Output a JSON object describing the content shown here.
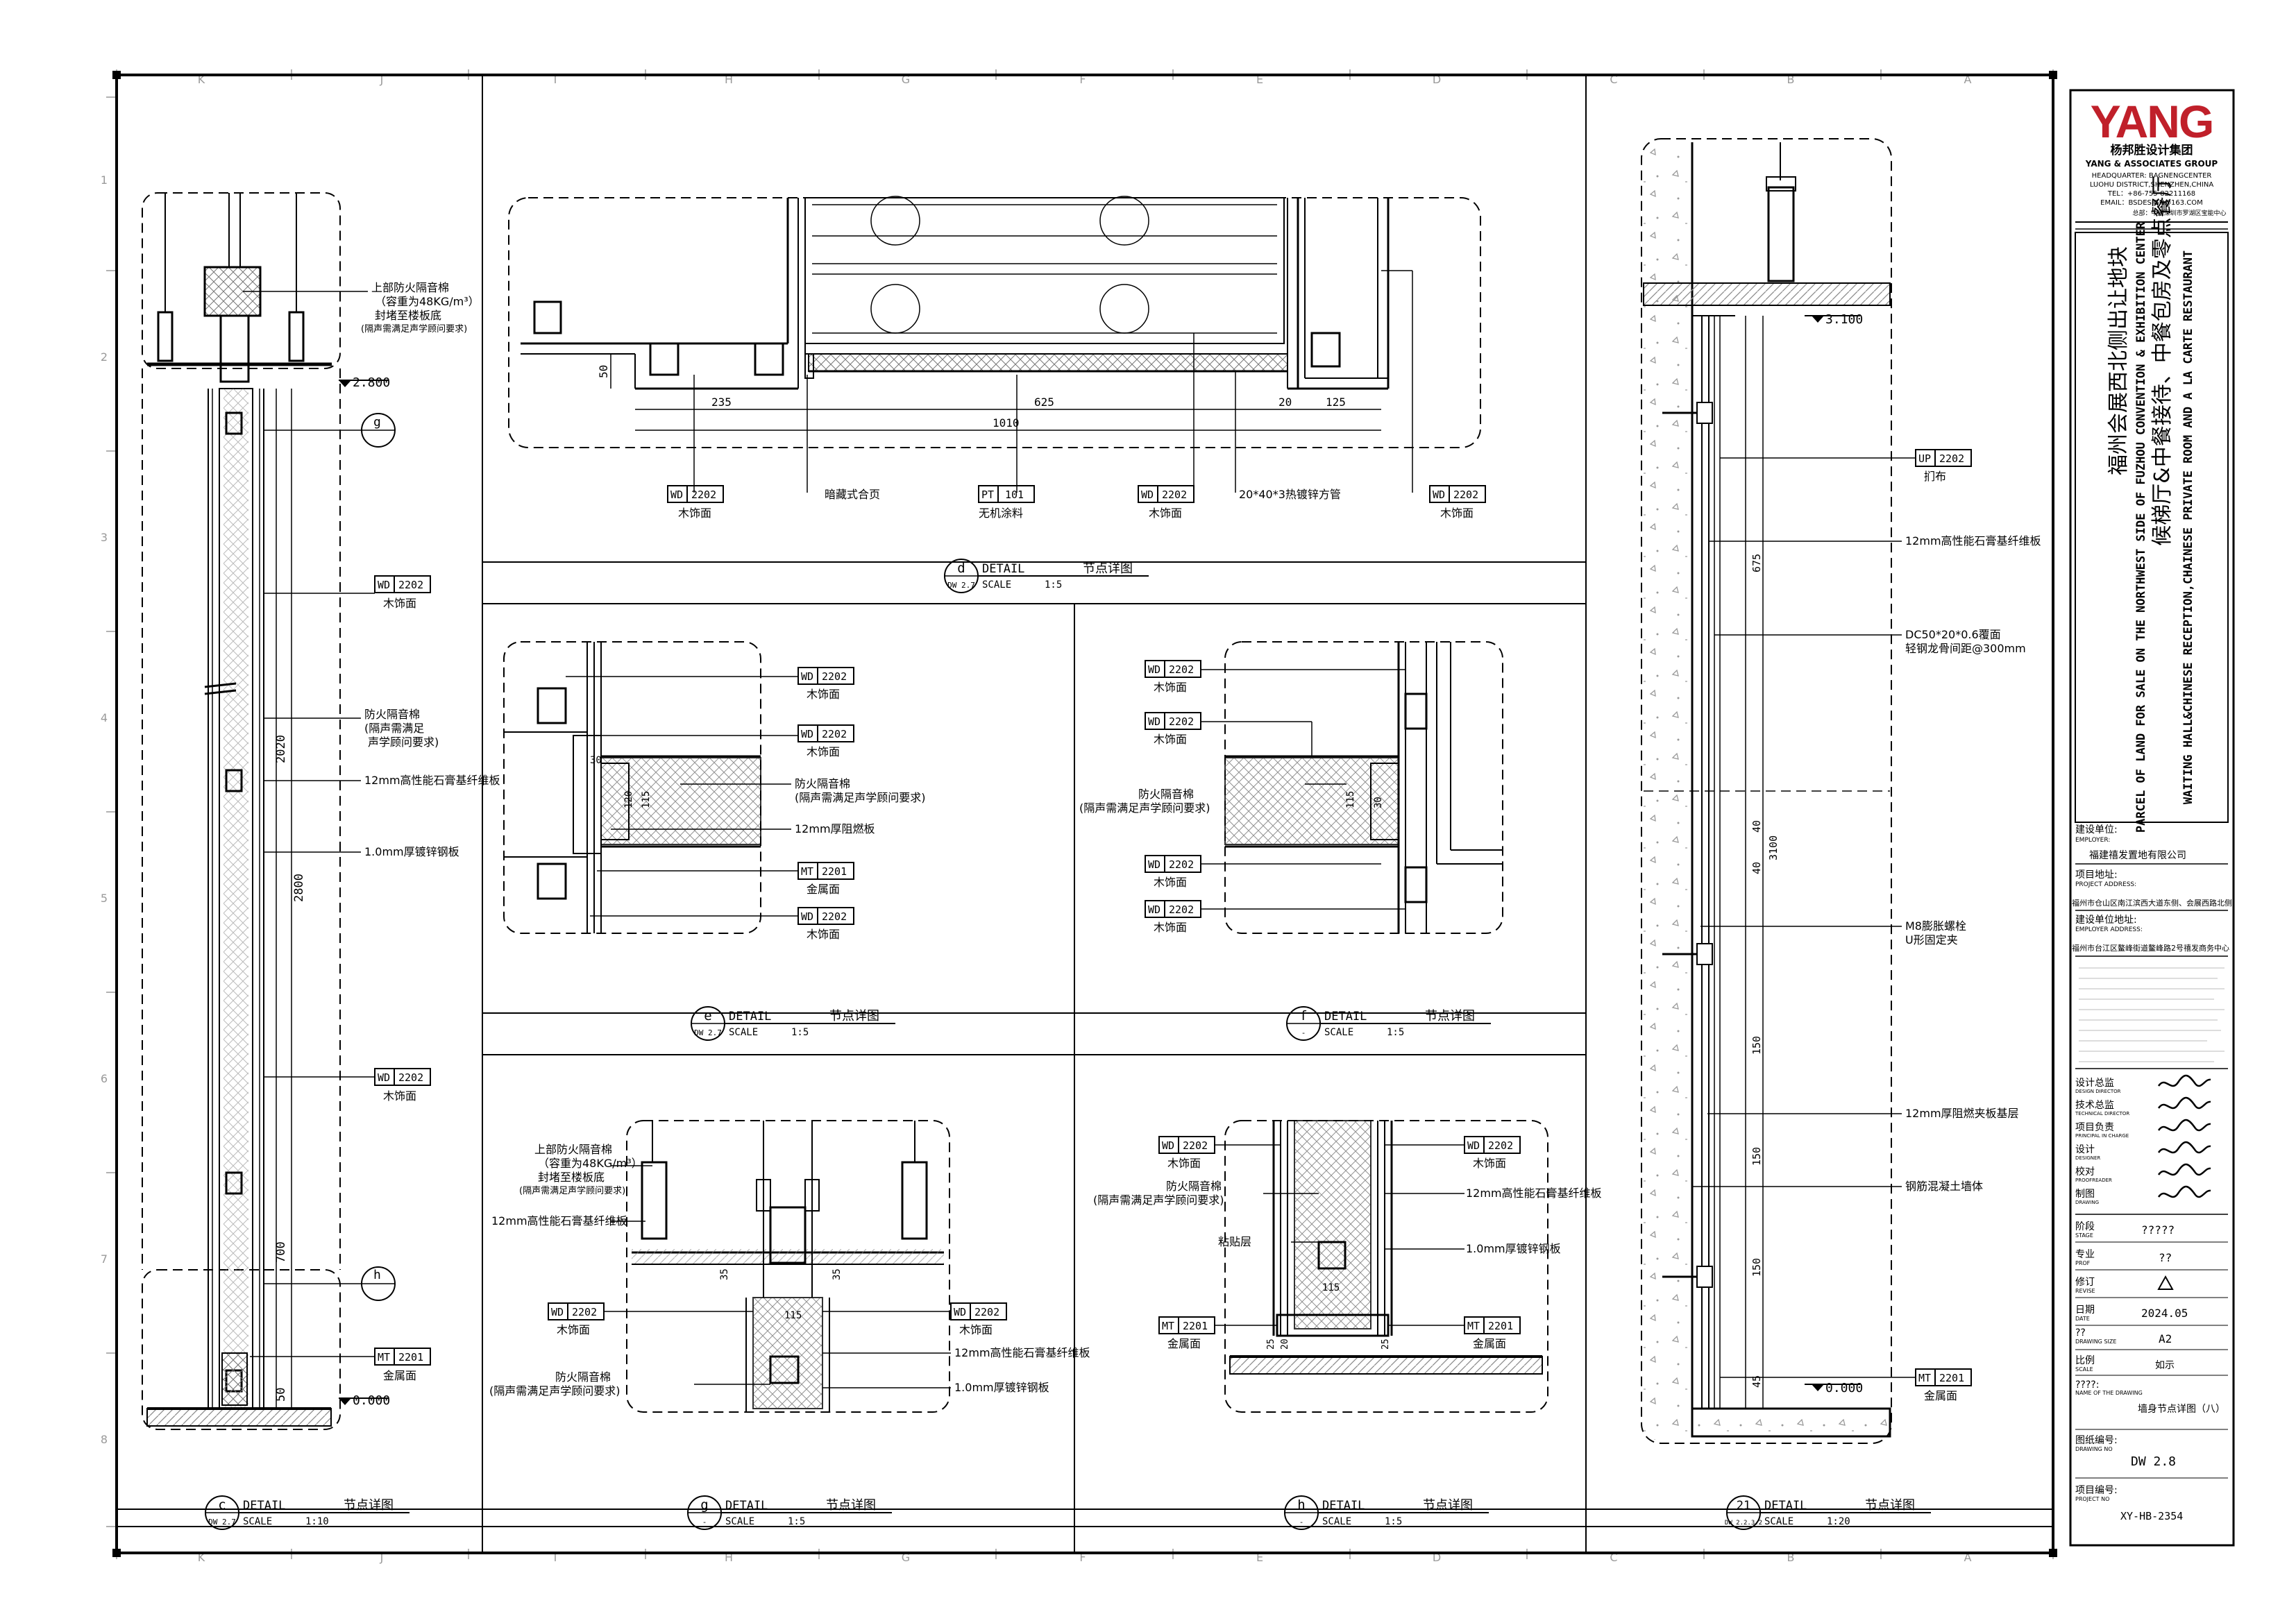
{
  "grid": {
    "cols": [
      "K",
      "J",
      "I",
      "H",
      "G",
      "F",
      "E",
      "D",
      "C",
      "B",
      "A"
    ],
    "rows": [
      "1",
      "2",
      "3",
      "4",
      "5",
      "6",
      "7",
      "8"
    ]
  },
  "materials": {
    "wd": "木饰面",
    "mt": "金属面",
    "pt": "无机涂料",
    "up": "扪布"
  },
  "notes": {
    "fire_cotton_upper": [
      "上部防火隔音棉",
      "（容重为48KG/m³）",
      "封堵至楼板底",
      "(隔声需满足声学顾问要求)"
    ],
    "fire_cotton": [
      "防火隔音棉",
      "(隔声需满足声学顾问要求)"
    ],
    "fire_cotton_3": [
      "防火隔音棉",
      "(隔声需满足",
      "声学顾问要求)"
    ],
    "gypsum_12": "12mm高性能石膏基纤维板",
    "steel_1": "1.0mm厚镀锌钢板",
    "flame_12": "12mm厚阻燃板",
    "flame_layer": "12mm厚阻燃夹板基层",
    "hinge": "暗藏式合页",
    "pipe": "20*40*3热镀锌方管",
    "glue": "粘贴层",
    "keel": [
      "DC50*20*0.6覆面",
      "轻钢龙骨间距@300mm"
    ],
    "bolt": [
      "M8膨胀螺栓",
      "U形固定夹"
    ],
    "concrete": "钢筋混凝土墙体"
  },
  "levels": {
    "top_c": "2.800",
    "base": "0.000",
    "top_21": "3.100"
  },
  "dims": {
    "c": [
      "2020",
      "2800",
      "700",
      "50"
    ],
    "d": [
      "50",
      "235",
      "625",
      "20",
      "125",
      "1010"
    ],
    "e": [
      "30",
      "120",
      "115"
    ],
    "f": [
      "115",
      "30"
    ],
    "g": [
      "115",
      "35",
      "35"
    ],
    "h": [
      "115",
      "25",
      "20",
      "25"
    ],
    "sec21": [
      "675",
      "3100",
      "40",
      "40",
      "150",
      "150",
      "150",
      "45"
    ]
  },
  "details": [
    {
      "id": "c",
      "sheet": "DW 2.7",
      "word": "DETAIL",
      "cn": "节点详图",
      "scale": "1:10"
    },
    {
      "id": "d",
      "sheet": "DW 2.7",
      "word": "DETAIL",
      "cn": "节点详图",
      "scale": "1:5"
    },
    {
      "id": "e",
      "sheet": "DW 2.7",
      "word": "DETAIL",
      "cn": "节点详图",
      "scale": "1:5"
    },
    {
      "id": "f",
      "sheet": "-",
      "word": "DETAIL",
      "cn": "节点详图",
      "scale": "1:5"
    },
    {
      "id": "g",
      "sheet": "-",
      "word": "DETAIL",
      "cn": "节点详图",
      "scale": "1:5"
    },
    {
      "id": "h",
      "sheet": "-",
      "word": "DETAIL",
      "cn": "节点详图",
      "scale": "1:5"
    },
    {
      "id": "21",
      "sheet": "DW 2.2.3.2",
      "word": "DETAIL",
      "cn": "节点详图",
      "scale": "1:20"
    }
  ],
  "title_block": {
    "logo": "YANG",
    "firm_cn": "杨邦胜设计集团",
    "firm_en": "YANG & ASSOCIATES GROUP",
    "addr": [
      "HEADQUARTER: BAGNENGCENTER",
      "LUOHU DISTRICT,SHENZHEN,CHINA",
      "TEL：+86-755-82211168",
      "EMAIL：BSDESIGN@163.COM"
    ],
    "addr_cn": "总部：中国深圳市罗湖区宝能中心",
    "project_cn": "福州会展西北侧出让地块",
    "project_en": [
      "PARCEL OF LAND FOR SALE ON THE NORTHWEST SIDE OF FUZHOU CONVENTION & EXHIBITION CENTER"
    ],
    "area_cn": "候梯厅&中餐接待、中餐包房及零点餐厅",
    "area_en": "WAITING HALL&CHINESE RECEPTION,CHAINESE PRIVATE ROOM AND A LA CARTE RESTAURANT",
    "employer_label": "建设单位:",
    "employer_label_en": "EMPLOYER:",
    "employer": "福建禧发置地有限公司",
    "project_addr_label": "项目地址:",
    "project_addr_label_en": "PROJECT ADDRESS:",
    "project_addr": "福州市仓山区南江滨西大道东侧、会展西路北侧",
    "employer_addr_label": "建设单位地址:",
    "employer_addr_label_en": "EMPLOYER ADDRESS:",
    "employer_addr": "福州市台江区鳌峰街道鳌峰路2号禧发商务中心",
    "roles": [
      {
        "cn": "设计总监",
        "en": "DESIGN DIRECTOR"
      },
      {
        "cn": "技术总监",
        "en": "TECHNICAL DIRECTOR"
      },
      {
        "cn": "项目负责",
        "en": "PRINCIPAL IN CHARGE"
      },
      {
        "cn": "设计",
        "en": "DESIGNER"
      },
      {
        "cn": "校对",
        "en": "PROOFREADER"
      },
      {
        "cn": "制图",
        "en": "DRAWING"
      }
    ],
    "stage_label": "阶段",
    "stage_label_en": "STAGE",
    "stage": "?????",
    "major_label": "专业",
    "major_label_en": "PROF",
    "major": "??",
    "rev_label": "修订",
    "rev_label_en": "REVISE",
    "date_label": "日期",
    "date_label_en": "DATE",
    "date": "2024.05",
    "size_label": "??",
    "size_label_en": "DRAWING SIZE",
    "size": "A2",
    "scale_label": "比例",
    "scale_label_en": "SCALE",
    "scale": "如示",
    "name_label": "????:",
    "name_label_en": "NAME OF THE DRAWING",
    "drawing_name": "墙身节点详图（八）",
    "drawing_no_label": "图纸编号:",
    "drawing_no_label_en": "DRAWING NO",
    "drawing_no": "DW 2.8",
    "project_no_label": "项目编号:",
    "project_no_label_en": "PROJECT NO",
    "project_no": "XY-HB-2354"
  },
  "colors": {
    "line": "#000000",
    "grid": "#999999",
    "hatch": "#555555"
  }
}
